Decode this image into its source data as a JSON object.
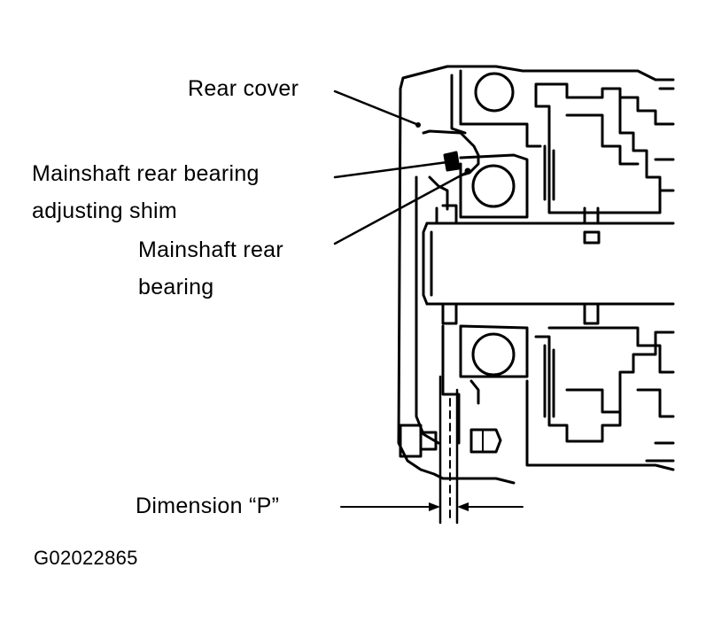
{
  "labels": {
    "rear_cover": "Rear cover",
    "shim_line1": "Mainshaft rear bearing",
    "shim_line2": "adjusting shim",
    "bearing_line1": "Mainshaft rear",
    "bearing_line2": "bearing",
    "dimension": "Dimension “P”",
    "figure_code": "G02022865"
  },
  "colors": {
    "ink": "#000000",
    "paper": "#ffffff"
  }
}
